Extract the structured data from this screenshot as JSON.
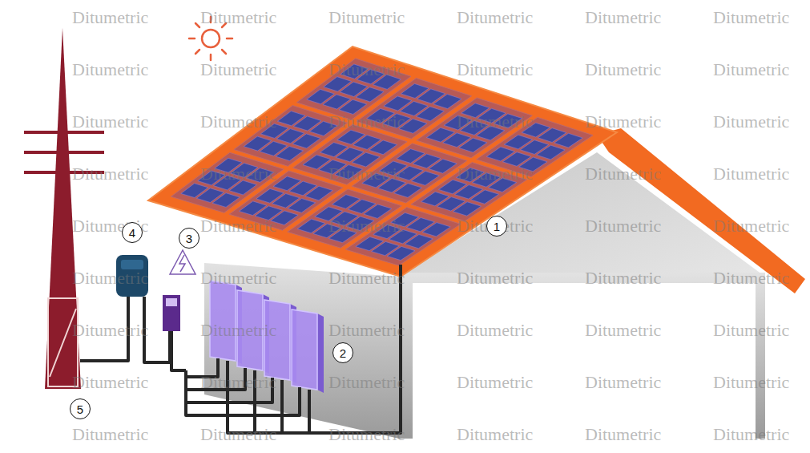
{
  "diagram": {
    "nodes": [
      {
        "text": [
          "1"
        ]
      },
      {
        "text": [
          "2"
        ]
      },
      {
        "text": [
          "3"
        ]
      },
      {
        "text": [
          "4"
        ]
      },
      {
        "text": [
          "5"
        ]
      }
    ],
    "labels": [
      "Ditumetric",
      "Ditumetric",
      "Ditumetric",
      "Ditumetric",
      "Ditumetric",
      "Ditumetric",
      "Ditumetric",
      "Ditumetric",
      "Ditumetric",
      "Ditumetric",
      "Ditumetric",
      "Ditumetric",
      "Ditumetric",
      "Ditumetric",
      "Ditumetric",
      "Ditumetric",
      "Ditumetric",
      "Ditumetric",
      "Ditumetric",
      "Ditumetric",
      "Ditumetric",
      "Ditumetric",
      "Ditumetric",
      "Ditumetric",
      "Ditumetric",
      "Ditumetric",
      "Ditumetric",
      "Ditumetric",
      "Ditumetric",
      "Ditumetric",
      "Ditumetric",
      "Ditumetric",
      "Ditumetric",
      "Ditumetric",
      "Ditumetric",
      "Ditumetric",
      "Ditumetric",
      "Ditumetric",
      "Ditumetric",
      "Ditumetric",
      "Ditumetric",
      "Ditumetric",
      "Ditumetric",
      "Ditumetric",
      "Ditumetric",
      "Ditumetric",
      "Ditumetric",
      "Ditumetric",
      "Ditumetric",
      "Ditumetric",
      "Ditumetric",
      "Ditumetric",
      "Ditumetric",
      "Ditumetric"
    ]
  }
}
